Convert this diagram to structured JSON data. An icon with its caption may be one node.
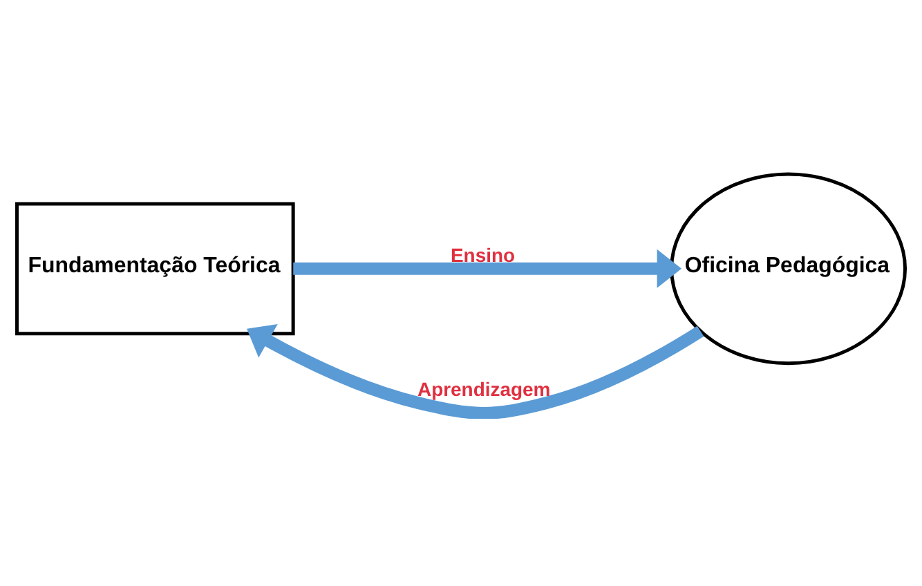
{
  "diagram": {
    "nodes": [
      {
        "text": [
          "Fundamentação Teórica"
        ]
      },
      {
        "text": [
          "Oficina Pedagógica"
        ]
      }
    ],
    "edges": [
      {
        "from": 1,
        "to": 0,
        "arrow": "to",
        "label": "Aprendizagem"
      },
      {
        "from": 0,
        "to": 1,
        "arrow": "to",
        "label": "Ensino"
      }
    ]
  }
}
